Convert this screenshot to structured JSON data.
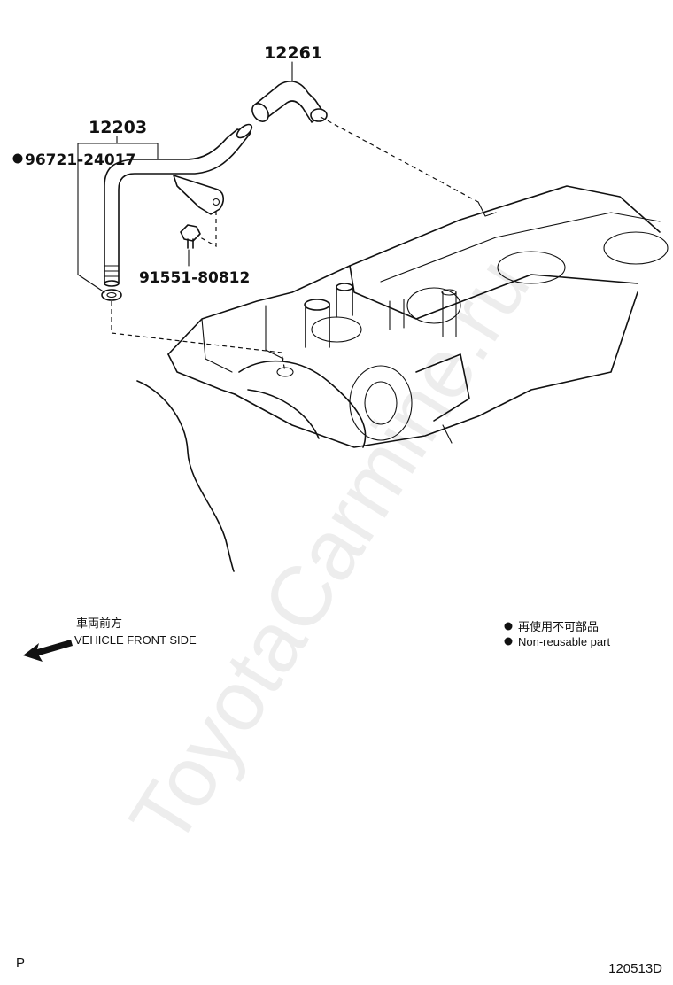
{
  "watermark": "ToyotaCarmine.ru",
  "parts": {
    "hose_12261": "12261",
    "pipe_12203": "12203",
    "gasket": "96721-24017",
    "bolt": "91551-80812"
  },
  "direction": {
    "jp": "車両前方",
    "en": "VEHICLE FRONT SIDE"
  },
  "legend": {
    "jp": "再使用不可部品",
    "en": "Non-reusable part"
  },
  "corner_left": "P",
  "corner_right": "120513D"
}
